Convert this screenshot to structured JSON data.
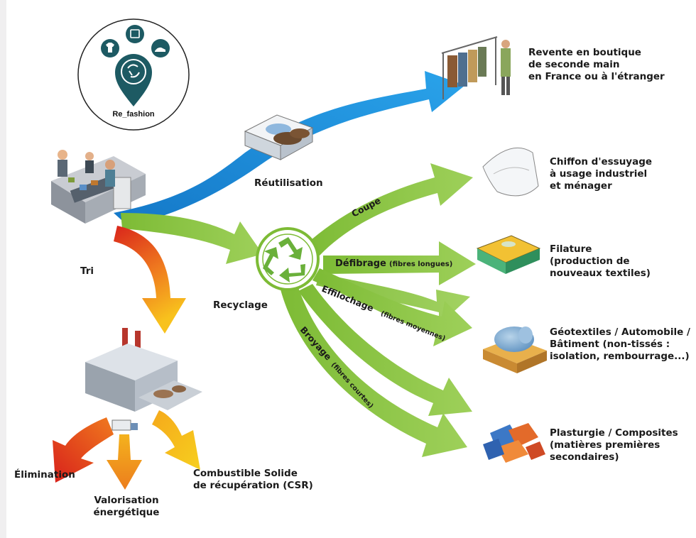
{
  "logo": {
    "text": "Re_fashion"
  },
  "colors": {
    "blue": "#1f8fd8",
    "green": "#8cc63e",
    "red": "#e0321e",
    "orange": "#f39a1c",
    "yellow": "#f7c81e",
    "teal": "#1d5a63"
  },
  "nodes": {
    "tri": "Tri",
    "reutilisation": "Réutilisation",
    "recyclage": "Recyclage",
    "elimination": "Élimination",
    "valorisation": "Valorisation\nénergétique",
    "csr": "Combustible Solide\nde récupération (CSR)"
  },
  "branches": {
    "coupe": "Coupe",
    "defibrage": "Défibrage",
    "defibrage_note": "(fibres longues)",
    "effilochage": "Effilochage",
    "effilochage_note": "(fibres moyennes)",
    "broyage": "Broyage",
    "broyage_note": "(fibres courtes)"
  },
  "outcomes": {
    "revente": "Revente en boutique\nde seconde main\nen France ou à l'étranger",
    "chiffon": "Chiffon d'essuyage\nà usage industriel\net ménager",
    "filature": "Filature\n(production de\nnouveaux textiles)",
    "geotextiles": "Géotextiles / Automobile /\nBâtiment (non-tissés :\nisolation, rembourrage...)",
    "plasturgie": "Plasturgie / Composites\n(matières premières\nsecondaires)"
  }
}
